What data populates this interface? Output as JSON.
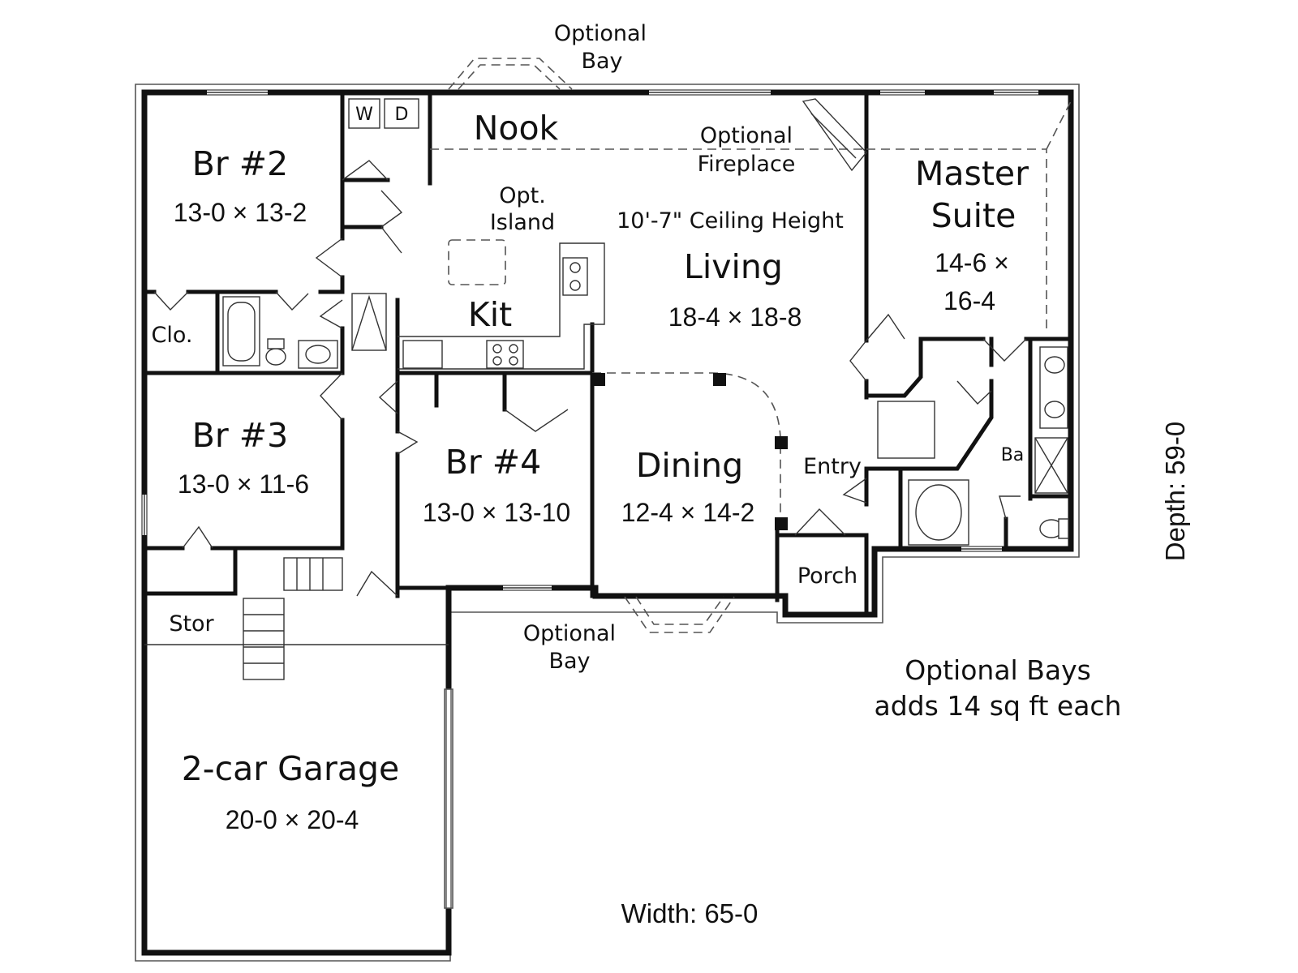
{
  "rooms": {
    "br2": {
      "name": "Br #2",
      "size": "13-0 × 13-2"
    },
    "br3": {
      "name": "Br #3",
      "size": "13-0 × 11-6"
    },
    "br4": {
      "name": "Br #4",
      "size": "13-0 × 13-10"
    },
    "dining": {
      "name": "Dining",
      "size": "12-4 × 14-2"
    },
    "living": {
      "name": "Living",
      "size": "18-4 × 18-8",
      "ceiling": "10'-7\" Ceiling Height"
    },
    "master": {
      "name_line1": "Master",
      "name_line2": "Suite",
      "size_line1": "14-6 ×",
      "size_line2": "16-4"
    },
    "garage": {
      "name": "2-car Garage",
      "size": "20-0 × 20-4"
    },
    "nook": {
      "name": "Nook"
    },
    "kit": {
      "name": "Kit"
    },
    "entry": {
      "name": "Entry"
    },
    "porch": {
      "name": "Porch"
    },
    "stor": {
      "name": "Stor"
    },
    "clo": {
      "name": "Clo."
    },
    "ba": {
      "name": "Ba"
    }
  },
  "appliances": {
    "washer": "W",
    "dryer": "D"
  },
  "options": {
    "bay_top": {
      "line1": "Optional",
      "line2": "Bay"
    },
    "bay_bottom": {
      "line1": "Optional",
      "line2": "Bay"
    },
    "fireplace": {
      "line1": "Optional",
      "line2": "Fireplace"
    },
    "island": {
      "line1": "Opt.",
      "line2": "Island"
    }
  },
  "notes": {
    "bays_line1": "Optional Bays",
    "bays_line2": "adds 14 sq ft each"
  },
  "dimensions": {
    "width": "Width: 65-0",
    "depth": "Depth: 59-0"
  }
}
